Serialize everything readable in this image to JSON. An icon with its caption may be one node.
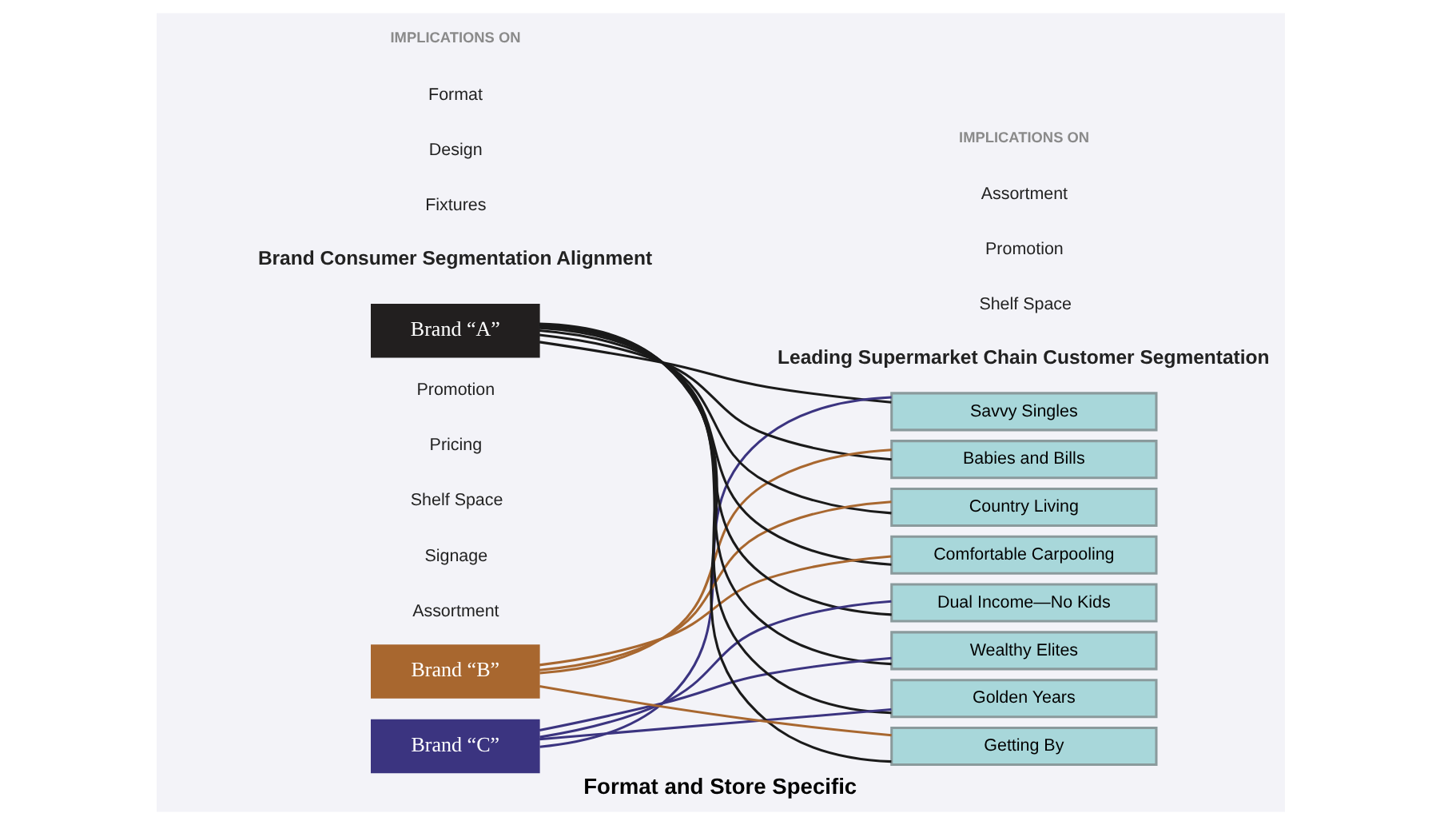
{
  "diagram": {
    "caption": "Format and Store Specific",
    "nodes": [
      {
        "text": [
          "Savvy Singles"
        ]
      },
      {
        "text": [
          "Babies and Bills"
        ]
      },
      {
        "text": [
          "Country Living"
        ]
      },
      {
        "text": [
          "Comfortable Carpooling"
        ]
      },
      {
        "text": [
          "Dual Income—No Kids"
        ]
      },
      {
        "text": [
          "Wealthy Elites"
        ]
      },
      {
        "text": [
          "Golden Years"
        ]
      },
      {
        "text": [
          "Getting By"
        ]
      },
      {
        "text": [
          "Brand “A”"
        ]
      },
      {
        "text": [
          "Brand “B”"
        ]
      },
      {
        "text": [
          "Brand “C”"
        ]
      }
    ],
    "edges": [
      {
        "from": 0,
        "to": 8,
        "arrow": "none"
      },
      {
        "from": 1,
        "to": 8,
        "arrow": "none"
      },
      {
        "from": 2,
        "to": 8,
        "arrow": "none"
      },
      {
        "from": 3,
        "to": 8,
        "arrow": "none"
      },
      {
        "from": 4,
        "to": 8,
        "arrow": "none"
      },
      {
        "from": 5,
        "to": 8,
        "arrow": "none"
      },
      {
        "from": 6,
        "to": 8,
        "arrow": "none"
      },
      {
        "from": 7,
        "to": 8,
        "arrow": "none"
      },
      {
        "from": 1,
        "to": 9,
        "arrow": "none",
        "color": "#a8672f"
      },
      {
        "from": 2,
        "to": 9,
        "arrow": "none",
        "color": "#a8672f"
      },
      {
        "from": 3,
        "to": 9,
        "arrow": "none",
        "color": "#a8672f"
      },
      {
        "from": 7,
        "to": 9,
        "arrow": "none",
        "color": "#a8672f"
      },
      {
        "from": 0,
        "to": 10,
        "arrow": "none",
        "color": "#3b3480"
      },
      {
        "from": 4,
        "to": 10,
        "arrow": "none",
        "color": "#3b3480"
      },
      {
        "from": 5,
        "to": 10,
        "arrow": "none",
        "color": "#3b3480"
      },
      {
        "from": 6,
        "to": 10,
        "arrow": "none",
        "color": "#3b3480"
      }
    ],
    "labels": [
      "Leading Supermarket Chain Customer Segmentation",
      "Brand Consumer Segmentation Alignment",
      "IMPLICATIONS ON",
      "Format",
      "Design",
      "Fixtures",
      "Signage",
      "Assortment",
      "Promotion",
      "Pricing",
      "Shelf Space",
      "IMPLICATIONS ON",
      "Assortment",
      "Promotion",
      "Shelf Space"
    ]
  }
}
